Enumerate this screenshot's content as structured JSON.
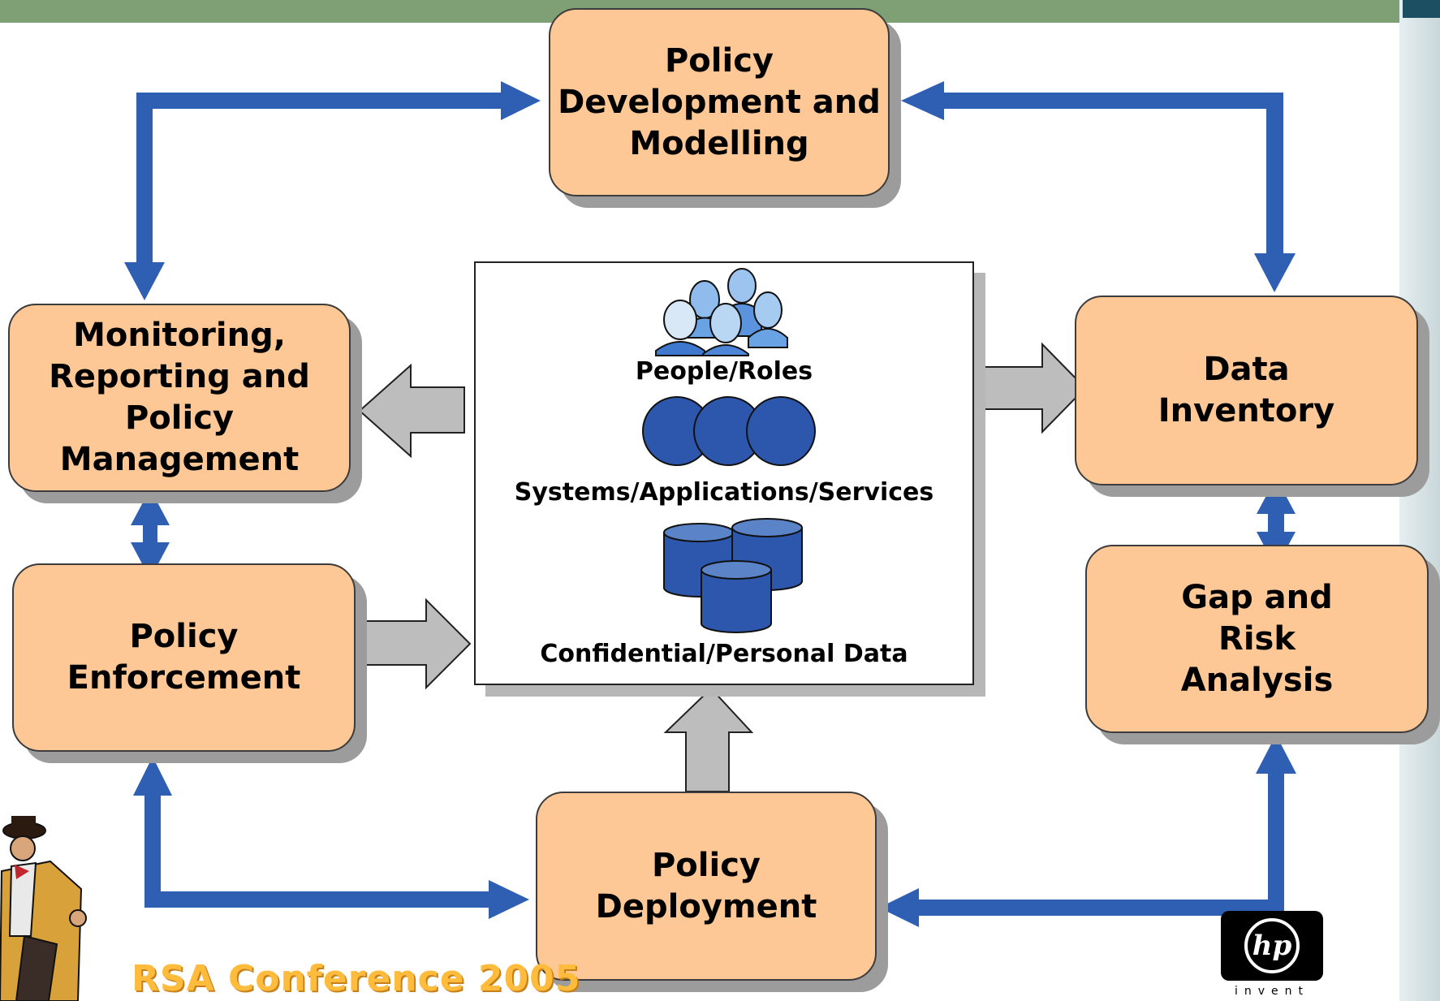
{
  "nodes": {
    "policy_development": "Policy\nDevelopment and\nModelling",
    "monitoring": "Monitoring,\nReporting and\nPolicy\nManagement",
    "policy_enforcement": "Policy\nEnforcement",
    "data_inventory": "Data\nInventory",
    "gap_analysis": "Gap and\nRisk\nAnalysis",
    "policy_deployment": "Policy\nDeployment"
  },
  "center_panel": {
    "people_label": "People/Roles",
    "systems_label": "Systems/Applications/Services",
    "data_label": "Confidential/Personal Data"
  },
  "footer": {
    "conference_logo": "RSA Conference 2005",
    "hp_logo_text": "hp",
    "hp_tagline": "invent"
  },
  "colors": {
    "node_fill": "#fdc895",
    "connector_blue": "#2f5fb3",
    "block_arrow_gray": "#bdbdbd",
    "header_bar": "#7f9f74",
    "icon_blue": "#2d57ad"
  }
}
